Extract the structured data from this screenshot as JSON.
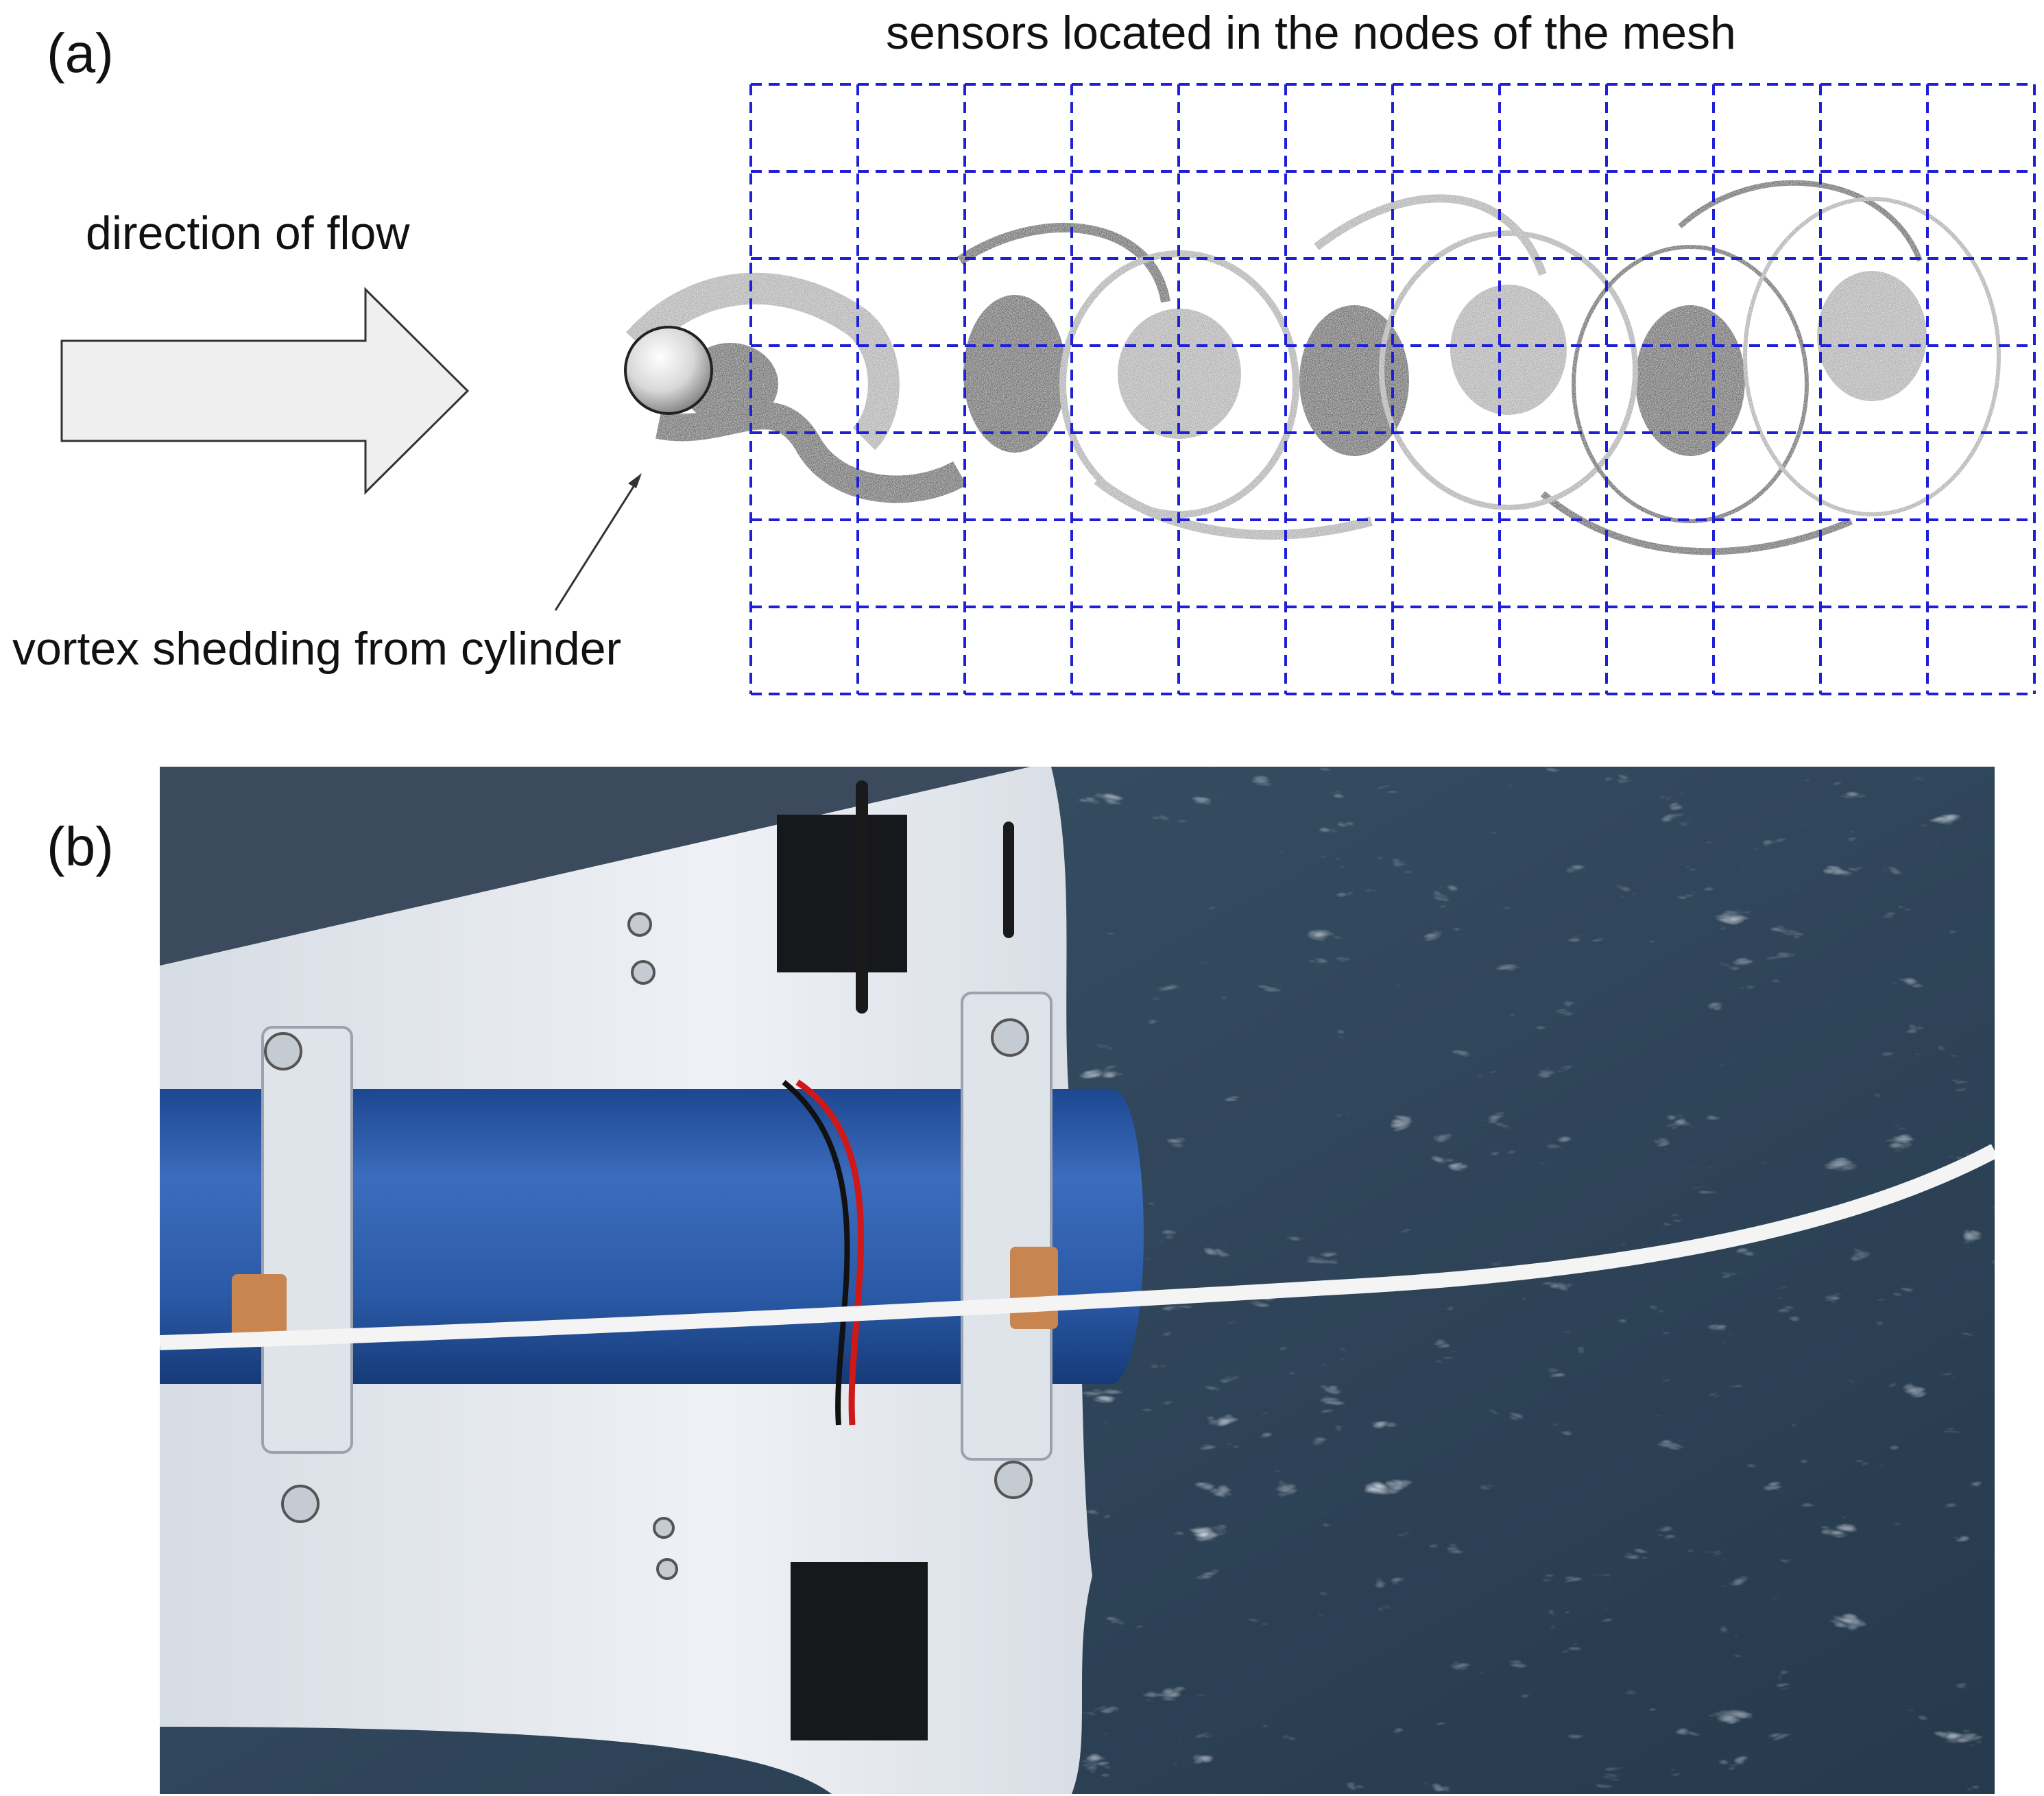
{
  "panel_a": {
    "label": "(a)",
    "mesh_caption": "sensors located in the nodes of the mesh",
    "flow_caption": "direction of flow",
    "vortex_caption": "vortex shedding from cylinder",
    "mesh_color": "#1f1fd6",
    "arrow_fill": "#efefef",
    "dark_vortex": "#2a2a2a",
    "light_vortex": "#8a8a8a"
  },
  "panel_b": {
    "label": "(b)",
    "water_color": "#2f4458",
    "plate_color": "#e6e9ee",
    "cylinder_color": "#2a5aa6",
    "wire_red": "#d01818",
    "cable_color": "#f4f4f4"
  }
}
